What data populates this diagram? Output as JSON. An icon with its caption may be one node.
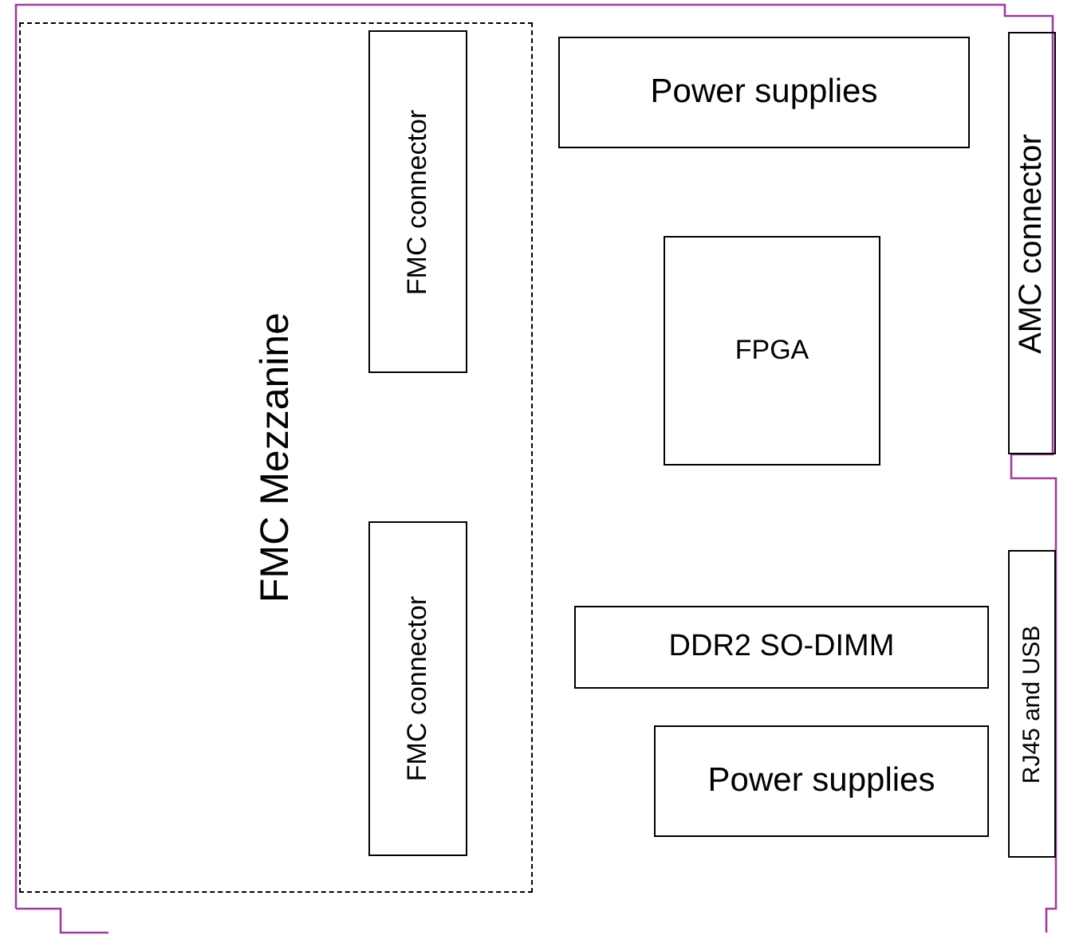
{
  "diagram": {
    "nodes": [
      {
        "text": [
          "FMC Mezzanine"
        ]
      },
      {
        "text": [
          "FMC connector"
        ],
        "in": 0
      },
      {
        "text": [
          "FMC connector"
        ],
        "in": 0
      },
      {
        "text": [
          "Power supplies"
        ]
      },
      {
        "text": [
          "AMC connector"
        ]
      },
      {
        "text": [
          "FPGA"
        ]
      },
      {
        "text": [
          "DDR2 SO-DIMM"
        ]
      },
      {
        "text": [
          "RJ45 and USB"
        ]
      },
      {
        "text": [
          "Power supplies"
        ]
      }
    ]
  }
}
